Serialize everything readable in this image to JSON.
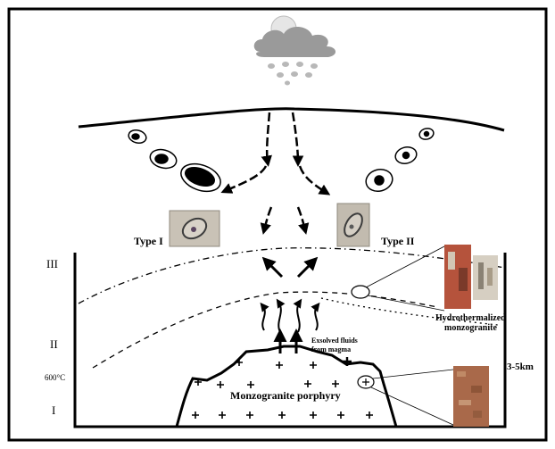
{
  "labels": {
    "type_1": "Type I",
    "type_2": "Type II",
    "zone_3": "III",
    "zone_2": "II",
    "zone_1": "I",
    "temp_600": "600°C",
    "depth": "3-5km",
    "exsolved_line1": "Exsolved fluids",
    "exsolved_line2": "from magma",
    "hydro_line1": "Hydrothermalized",
    "hydro_line2": "monzogranite",
    "porphyry": "Monzogranite porphyry"
  },
  "colors": {
    "line": "#000000",
    "cloud": "#9a9a9a",
    "sun": "#e6e6e6",
    "rain": "#b0b0b0",
    "photo_rock": "#a9694a",
    "photo_micro": "#c9c2b6"
  }
}
